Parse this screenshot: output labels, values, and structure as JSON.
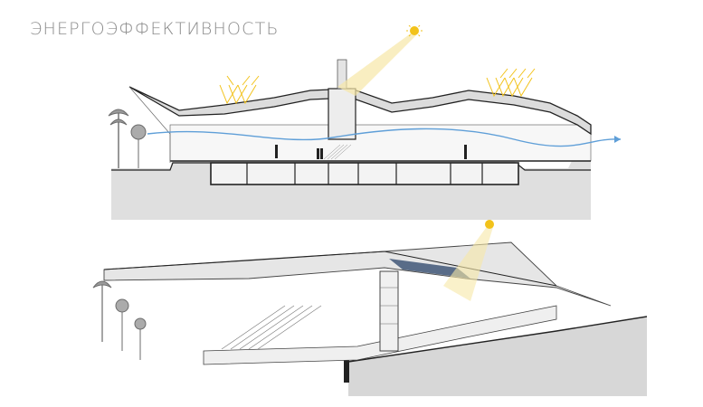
{
  "page": {
    "title": "ЭНЕРГОЭФФЕКТИВНОСТЬ"
  },
  "colors": {
    "background": "#ffffff",
    "title": "#8c8c8c",
    "sun": "#f2c21a",
    "sun_rays": "#f6e7a6",
    "airflow": "#5f9fd8",
    "ground": "#b9b9b9",
    "structure": "#222222",
    "solar_panel": "#3f5677"
  },
  "drawings": [
    {
      "name": "building-section",
      "icons": [
        "sun-icon",
        "reflected-sunlight-arrows-icon",
        "airflow-arrow-icon",
        "tree-icon",
        "person-icon"
      ]
    },
    {
      "name": "building-axonometric-section",
      "icons": [
        "sun-icon",
        "solar-panel-icon",
        "sunlight-beam-icon",
        "tree-icon"
      ]
    }
  ]
}
